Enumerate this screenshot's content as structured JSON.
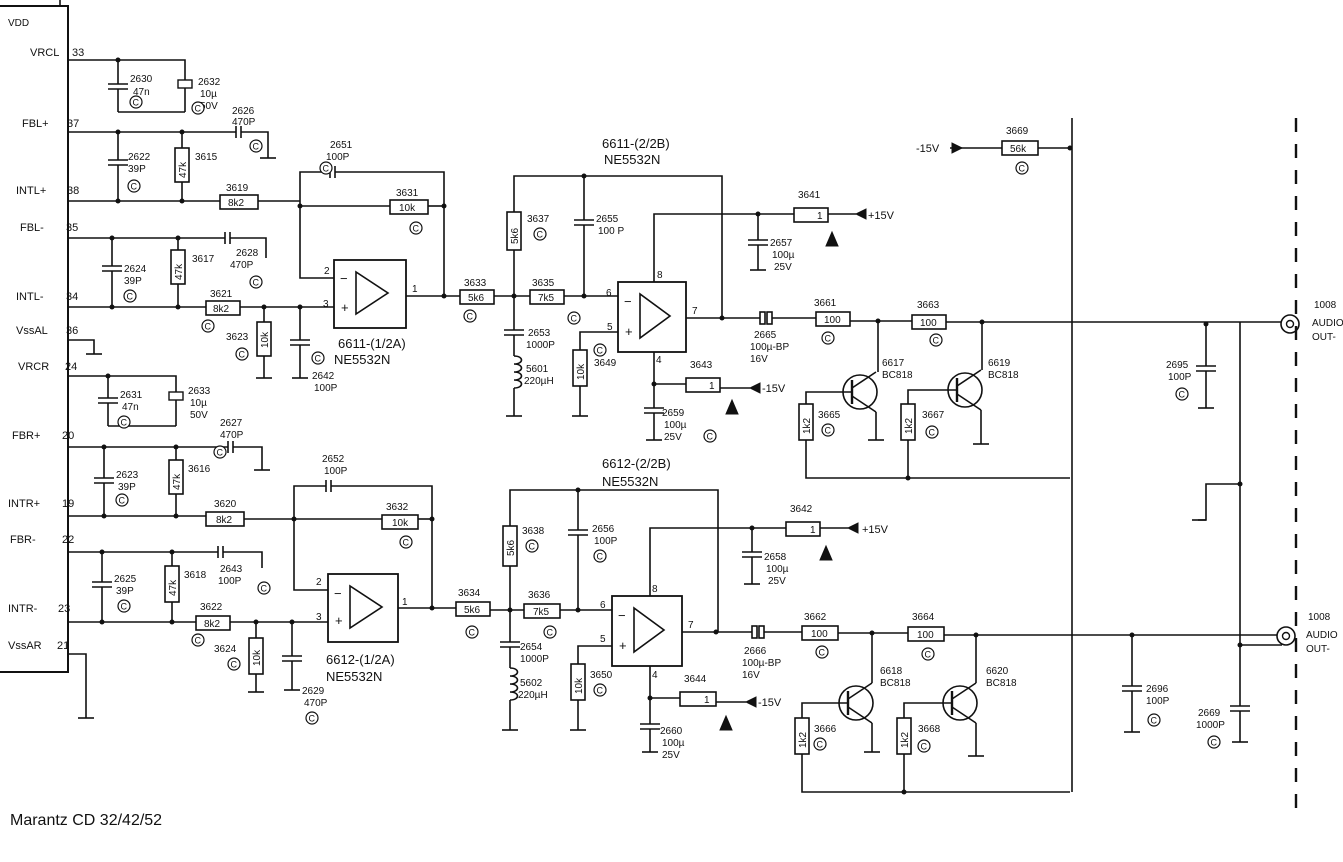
{
  "caption": "Marantz CD 32/42/52",
  "ic_pins": [
    {
      "name": "VDD",
      "num": ""
    },
    {
      "name": "VRCL",
      "num": "33"
    },
    {
      "name": "FBL+",
      "num": "37"
    },
    {
      "name": "INTL+",
      "num": "38"
    },
    {
      "name": "FBL-",
      "num": "35"
    },
    {
      "name": "INTL-",
      "num": "34"
    },
    {
      "name": "VssAL",
      "num": "36"
    },
    {
      "name": "VRCR",
      "num": "24"
    },
    {
      "name": "FBR+",
      "num": "20"
    },
    {
      "name": "INTR+",
      "num": "19"
    },
    {
      "name": "FBR-",
      "num": "22"
    },
    {
      "name": "INTR-",
      "num": "23"
    },
    {
      "name": "VssAR",
      "num": "21"
    }
  ],
  "opamps": [
    {
      "ref": "6611-(1/2A)",
      "type": "NE5532N"
    },
    {
      "ref": "6611-(2/2B)",
      "type": "NE5532N"
    },
    {
      "ref": "6612-(1/2A)",
      "type": "NE5532N"
    },
    {
      "ref": "6612-(2/2B)",
      "type": "NE5532N"
    }
  ],
  "resistors": [
    {
      "ref": "3615",
      "value": "47k"
    },
    {
      "ref": "3617",
      "value": "47k"
    },
    {
      "ref": "3616",
      "value": "47k"
    },
    {
      "ref": "3618",
      "value": "47k"
    },
    {
      "ref": "3619",
      "value": "8k2"
    },
    {
      "ref": "3621",
      "value": "8k2"
    },
    {
      "ref": "3620",
      "value": "8k2"
    },
    {
      "ref": "3622",
      "value": "8k2"
    },
    {
      "ref": "3623",
      "value": "10k"
    },
    {
      "ref": "3624",
      "value": "10k"
    },
    {
      "ref": "3631",
      "value": "10k"
    },
    {
      "ref": "3632",
      "value": "10k"
    },
    {
      "ref": "3633",
      "value": "5k6"
    },
    {
      "ref": "3634",
      "value": "5k6"
    },
    {
      "ref": "3637",
      "value": "5k6"
    },
    {
      "ref": "3638",
      "value": "5k6"
    },
    {
      "ref": "3635",
      "value": "7k5"
    },
    {
      "ref": "3636",
      "value": "7k5"
    },
    {
      "ref": "3649",
      "value": "10k"
    },
    {
      "ref": "3650",
      "value": "10k"
    },
    {
      "ref": "3641",
      "value": "1"
    },
    {
      "ref": "3642",
      "value": "1"
    },
    {
      "ref": "3643",
      "value": "1"
    },
    {
      "ref": "3644",
      "value": "1"
    },
    {
      "ref": "3661",
      "value": "100"
    },
    {
      "ref": "3662",
      "value": "100"
    },
    {
      "ref": "3663",
      "value": "100"
    },
    {
      "ref": "3664",
      "value": "100"
    },
    {
      "ref": "3665",
      "value": "1k2"
    },
    {
      "ref": "3666",
      "value": "1k2"
    },
    {
      "ref": "3667",
      "value": "1k2"
    },
    {
      "ref": "3668",
      "value": "1k2"
    },
    {
      "ref": "3669",
      "value": "56k"
    }
  ],
  "capacitors": [
    {
      "ref": "2630",
      "v1": "47n"
    },
    {
      "ref": "2632",
      "v1": "10µ",
      "v2": "50V"
    },
    {
      "ref": "2626",
      "v1": "470P"
    },
    {
      "ref": "2622",
      "v1": "39P"
    },
    {
      "ref": "2651",
      "v1": "100P"
    },
    {
      "ref": "2624",
      "v1": "39P"
    },
    {
      "ref": "2628",
      "v1": "470P"
    },
    {
      "ref": "2642",
      "v1": "100P"
    },
    {
      "ref": "2631",
      "v1": "47n"
    },
    {
      "ref": "2633",
      "v1": "10µ",
      "v2": "50V"
    },
    {
      "ref": "2627",
      "v1": "470P"
    },
    {
      "ref": "2623",
      "v1": "39P"
    },
    {
      "ref": "2652",
      "v1": "100P"
    },
    {
      "ref": "2625",
      "v1": "39P"
    },
    {
      "ref": "2629",
      "v1": "470P"
    },
    {
      "ref": "2643",
      "v1": "100P"
    },
    {
      "ref": "2655",
      "v1": "100 P"
    },
    {
      "ref": "2653",
      "v1": "1000P"
    },
    {
      "ref": "2656",
      "v1": "100P"
    },
    {
      "ref": "2654",
      "v1": "1000P"
    },
    {
      "ref": "2657",
      "v1": "100µ",
      "v2": "25V"
    },
    {
      "ref": "2659",
      "v1": "100µ",
      "v2": "25V"
    },
    {
      "ref": "2658",
      "v1": "100µ",
      "v2": "25V"
    },
    {
      "ref": "2660",
      "v1": "100µ",
      "v2": "25V"
    },
    {
      "ref": "2665",
      "v1": "100µ-BP",
      "v2": "16V"
    },
    {
      "ref": "2666",
      "v1": "100µ-BP",
      "v2": "16V"
    },
    {
      "ref": "2695",
      "v1": "100P"
    },
    {
      "ref": "2696",
      "v1": "100P"
    },
    {
      "ref": "2669",
      "v1": "1000P"
    }
  ],
  "inductors": [
    {
      "ref": "5601",
      "value": "220µH"
    },
    {
      "ref": "5602",
      "value": "220µH"
    }
  ],
  "transistors": [
    {
      "ref": "6617",
      "type": "BC818"
    },
    {
      "ref": "6619",
      "type": "BC818"
    },
    {
      "ref": "6618",
      "type": "BC818"
    },
    {
      "ref": "6620",
      "type": "BC818"
    }
  ],
  "supplies": {
    "pos": "+15V",
    "neg": "-15V"
  },
  "connectors": [
    {
      "ref": "1008",
      "label": "AUDIO",
      "sub": "OUT-"
    },
    {
      "ref": "1008",
      "label": "AUDIO",
      "sub": "OUT-"
    }
  ],
  "pin_numbers": {
    "in_minus": "2",
    "in_plus": "3",
    "out": "1",
    "out2": "7",
    "inv2": "6",
    "noninv2": "5",
    "vp": "8",
    "vn": "4"
  },
  "class_mark": "C"
}
